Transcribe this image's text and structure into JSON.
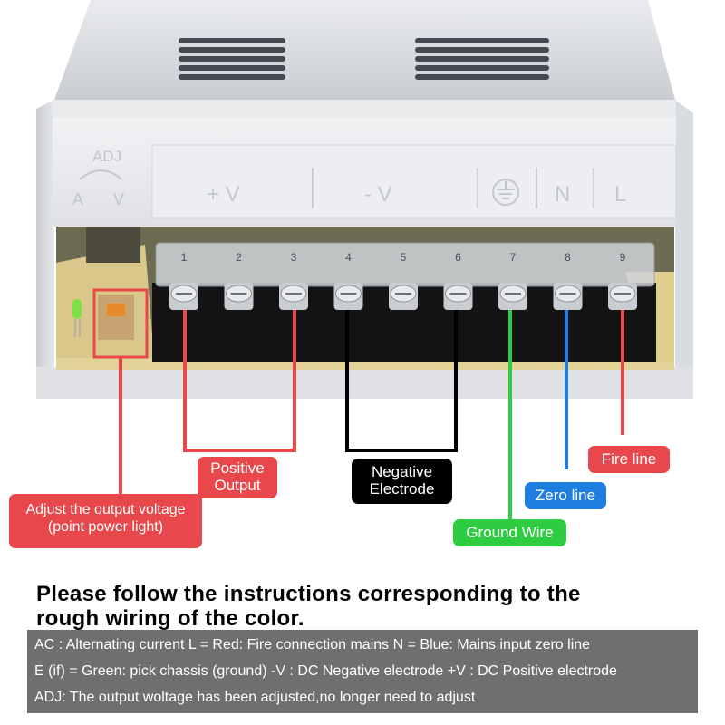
{
  "device_labels": {
    "adj": "ADJ",
    "a": "A",
    "v": "V",
    "plus_v": "+ V",
    "minus_v": "- V",
    "n": "N",
    "l": "L"
  },
  "terminal_numbers": [
    "1",
    "2",
    "3",
    "4",
    "5",
    "6",
    "7",
    "8",
    "9"
  ],
  "callouts": {
    "positive_output": [
      "Positive",
      "Output"
    ],
    "negative_electrode": [
      "Negative",
      "Electrode"
    ],
    "fire_line": "Fire line",
    "zero_line": "Zero line",
    "ground_wire": "Ground Wire",
    "adjust_voltage": [
      "Adjust the output voltage",
      "(point power light)"
    ]
  },
  "instructions": {
    "line1": "Please follow the instructions corresponding to the",
    "line2": "rough wiring of the color."
  },
  "legend": {
    "line1": "AC : Alternating current    L = Red: Fire connection mains   N = Blue: Mains input zero line",
    "line2": "E (if) = Green: pick chassis (ground)  -V : DC Negative electrode  +V : DC Positive electrode",
    "line3": "ADJ: The output woltage has been adjusted,no longer need to adjust"
  },
  "colors": {
    "red": "#e8474b",
    "blue": "#1e7fe0",
    "green": "#2ecc40",
    "black": "#000000",
    "legend_bg": "#6f6f6f"
  }
}
